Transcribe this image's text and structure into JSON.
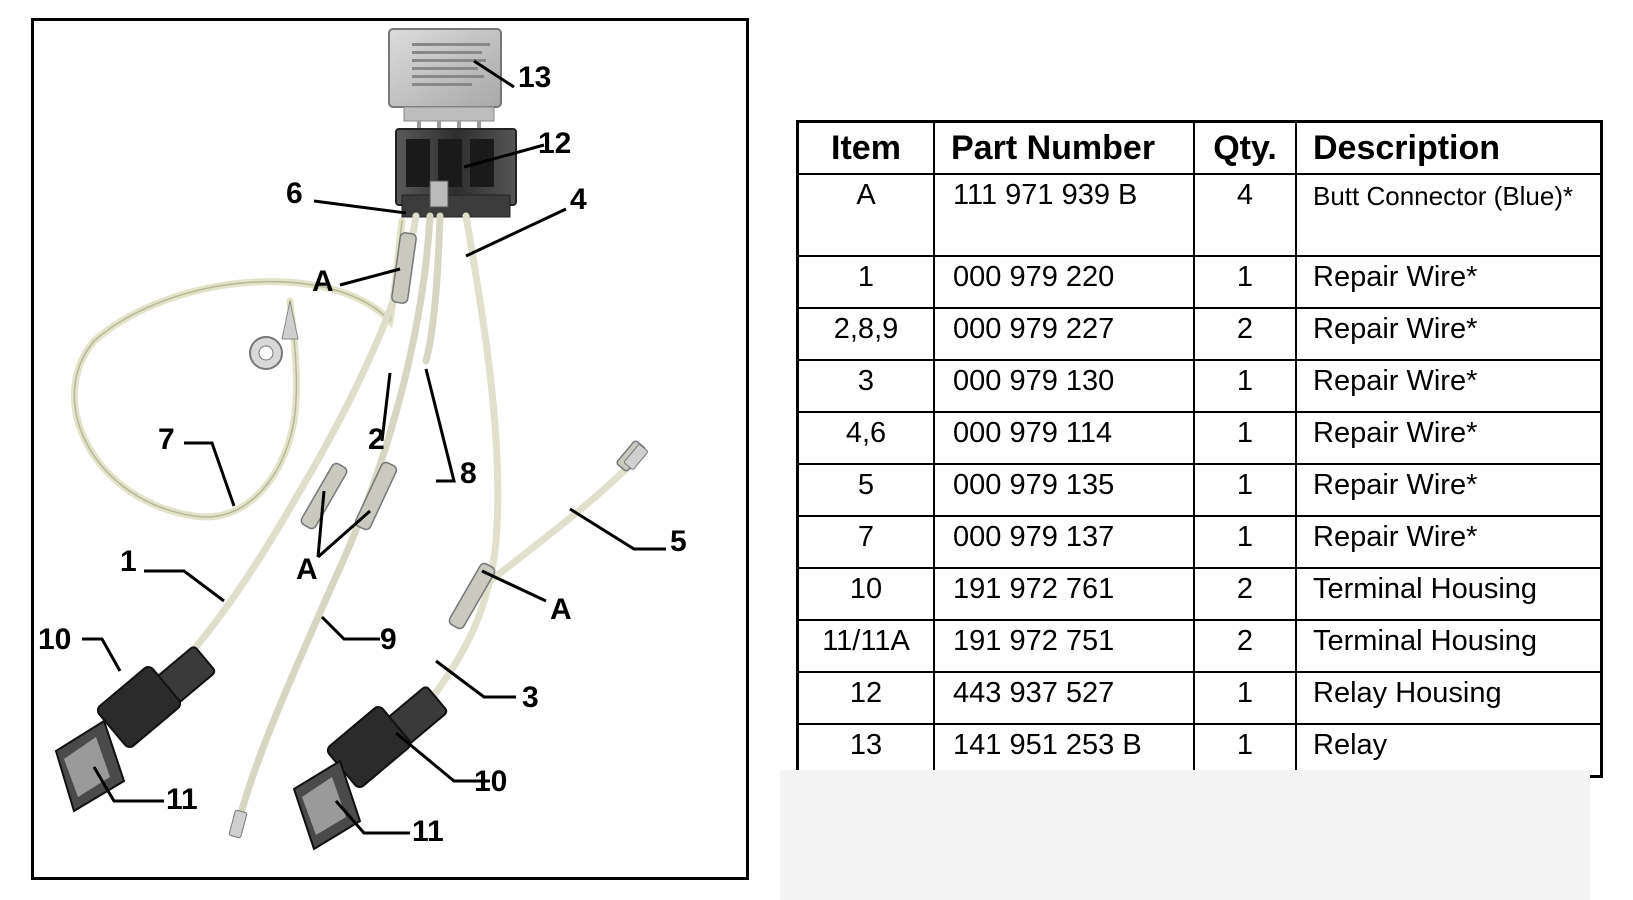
{
  "diagram": {
    "callouts": [
      "13",
      "12",
      "6",
      "4",
      "A",
      "7",
      "2",
      "8",
      "5",
      "1",
      "A",
      "A",
      "10",
      "9",
      "3",
      "11",
      "10",
      "11"
    ]
  },
  "table": {
    "headers": [
      "Item",
      "Part Number",
      "Qty.",
      "Description"
    ],
    "rows": [
      {
        "item": "A",
        "part_number": "111 971 939 B",
        "qty": "4",
        "description": "Butt Connector (Blue)*"
      },
      {
        "item": "1",
        "part_number": "000 979 220",
        "qty": "1",
        "description": "Repair Wire*"
      },
      {
        "item": "2,8,9",
        "part_number": "000 979 227",
        "qty": "2",
        "description": "Repair Wire*"
      },
      {
        "item": "3",
        "part_number": "000 979 130",
        "qty": "1",
        "description": "Repair Wire*"
      },
      {
        "item": "4,6",
        "part_number": "000 979 114",
        "qty": "1",
        "description": "Repair Wire*"
      },
      {
        "item": "5",
        "part_number": "000 979 135",
        "qty": "1",
        "description": "Repair Wire*"
      },
      {
        "item": "7",
        "part_number": "000 979 137",
        "qty": "1",
        "description": "Repair Wire*"
      },
      {
        "item": "10",
        "part_number": "191 972 761",
        "qty": "2",
        "description": "Terminal Housing"
      },
      {
        "item": "11/11A",
        "part_number": "191 972 751",
        "qty": "2",
        "description": "Terminal Housing"
      },
      {
        "item": "12",
        "part_number": "443 937 527",
        "qty": "1",
        "description": "Relay Housing"
      },
      {
        "item": "13",
        "part_number": "141 951 253 B",
        "qty": "1",
        "description": "Relay"
      }
    ]
  }
}
